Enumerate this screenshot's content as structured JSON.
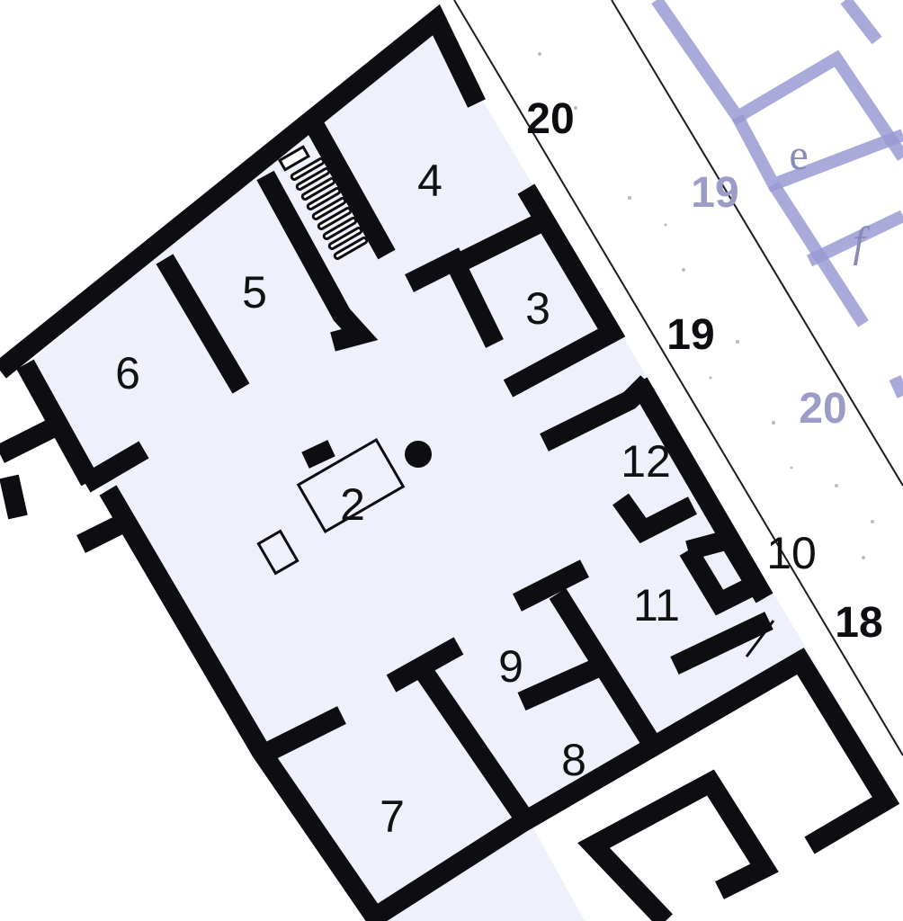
{
  "plan": {
    "type": "archaeological-floor-plan",
    "colors": {
      "wall": "#0d0d12",
      "room_fill": "#eef0fb",
      "background": "#ffffff",
      "neighbor_plan": "#9a9ad4",
      "neighbor_label": "#9c9cc8"
    },
    "rooms": [
      {
        "id": "2",
        "label": "2",
        "note": "atrium with impluvium"
      },
      {
        "id": "3",
        "label": "3"
      },
      {
        "id": "4",
        "label": "4"
      },
      {
        "id": "5",
        "label": "5"
      },
      {
        "id": "6",
        "label": "6"
      },
      {
        "id": "7",
        "label": "7"
      },
      {
        "id": "8",
        "label": "8"
      },
      {
        "id": "9",
        "label": "9"
      },
      {
        "id": "10",
        "label": "10"
      },
      {
        "id": "11",
        "label": "11"
      },
      {
        "id": "12",
        "label": "12"
      }
    ],
    "entrances": [
      {
        "label": "20"
      },
      {
        "label": "19"
      },
      {
        "label": "18"
      }
    ],
    "opposite_side": {
      "entrance_labels": [
        {
          "label": "19"
        },
        {
          "label": "20"
        }
      ],
      "room_letters": [
        {
          "label": "e"
        },
        {
          "label": "f"
        }
      ]
    },
    "features": [
      "staircase",
      "impluvium",
      "cistern-mouth",
      "puteal"
    ]
  }
}
